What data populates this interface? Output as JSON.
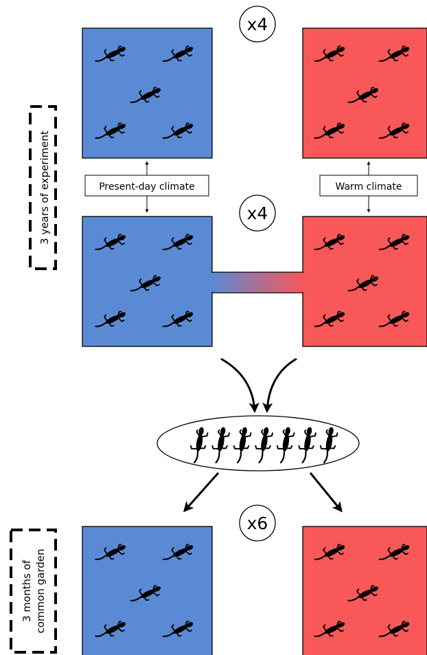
{
  "multipliers": {
    "top": "x4",
    "middle": "x4",
    "bottom": "x6"
  },
  "climates": {
    "present": "Present-day climate",
    "warm": "Warm climate"
  },
  "phases": {
    "experiment": "3 years of experiment",
    "garden_line1": "3 months of",
    "garden_line2": "common garden"
  },
  "colors": {
    "present_climate": "#5b8ad4",
    "warm_climate": "#f85858",
    "lizard": "#000000"
  },
  "icons": {
    "lizard": "lizard-icon"
  }
}
